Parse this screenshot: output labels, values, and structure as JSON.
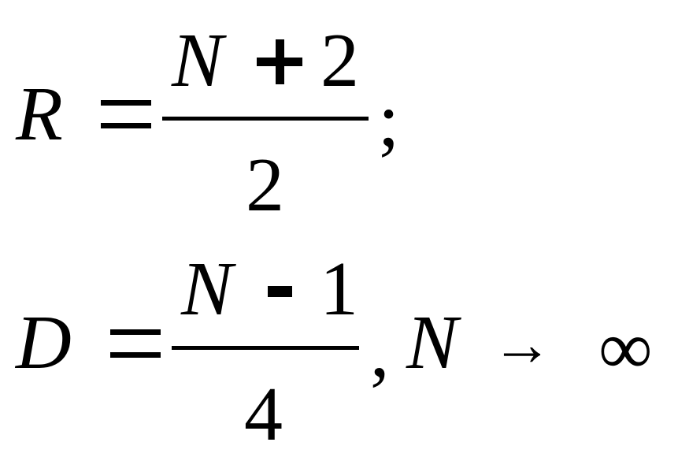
{
  "formula_1": {
    "lhs": "R",
    "numerator_var": "N",
    "numerator_op": "+",
    "numerator_const": "2",
    "denominator": "2",
    "terminator": ";"
  },
  "formula_2": {
    "lhs": "D",
    "numerator_var": "N",
    "numerator_op": "-",
    "numerator_const": "1",
    "denominator": "4",
    "separator": ",",
    "limit_var": "N",
    "arrow": "→",
    "limit_value": "∞"
  }
}
